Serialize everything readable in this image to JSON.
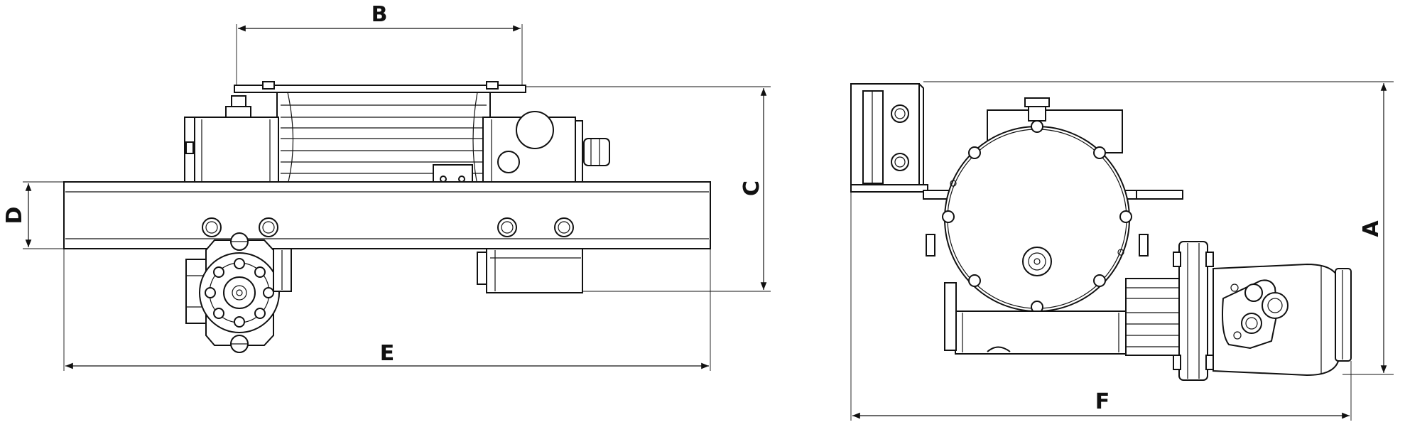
{
  "dimensions": {
    "A": "A",
    "B": "B",
    "C": "C",
    "D": "D",
    "E": "E",
    "F": "F"
  },
  "views": [
    {
      "name": "side-view",
      "labels": [
        "B",
        "C",
        "D",
        "E"
      ]
    },
    {
      "name": "end-view",
      "labels": [
        "A",
        "F"
      ]
    }
  ],
  "colors": {
    "line": "#111111",
    "background": "#ffffff"
  }
}
